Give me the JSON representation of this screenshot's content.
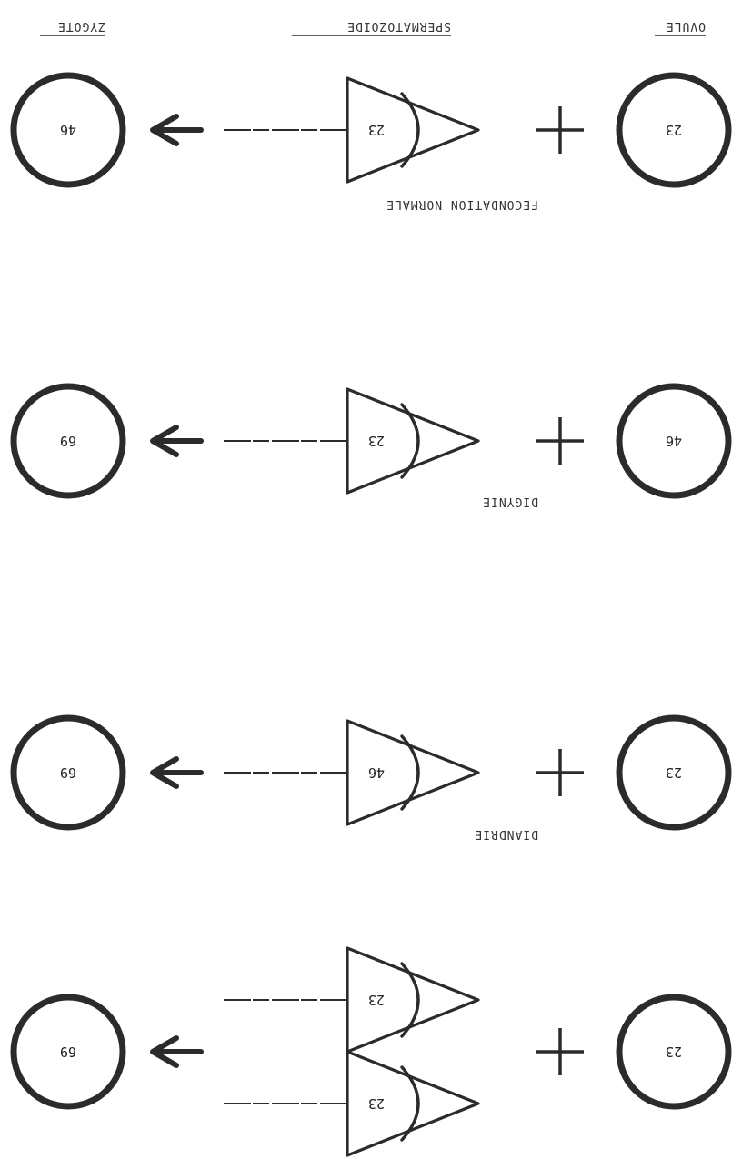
{
  "headers": {
    "ovule": "OVULE",
    "spermatozoide": "SPERMATOZOIDE",
    "zygote": "ZYGOTE"
  },
  "rows": [
    {
      "title": "FECONDATION NORMALE",
      "ovule": "23",
      "sperms": [
        "23"
      ],
      "zygote": "46"
    },
    {
      "title": "DIGYNIE",
      "ovule": "46",
      "sperms": [
        "23"
      ],
      "zygote": "69"
    },
    {
      "title": "DIANDRIE",
      "ovule": "23",
      "sperms": [
        "46"
      ],
      "zygote": "69"
    },
    {
      "title": "DISPERMIE (+++)",
      "ovule": "23",
      "sperms": [
        "23",
        "23"
      ],
      "zygote": "69"
    }
  ],
  "plus_sign": "+",
  "arrow_glyph": "arrow-left-icon"
}
